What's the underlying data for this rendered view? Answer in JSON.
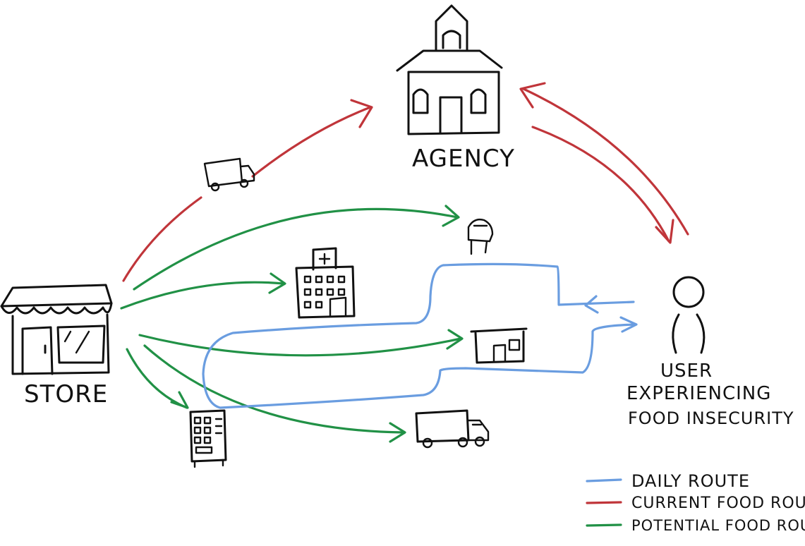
{
  "labels": {
    "agency": "AGENCY",
    "store": "STORE",
    "user_line1": "USER",
    "user_line2": "EXPERIENCING",
    "user_line3": "FOOD INSECURITY"
  },
  "legend": [
    {
      "label": "DAILY ROUTE",
      "color": "#6a9de0"
    },
    {
      "label": "CURRENT FOOD ROUTE",
      "color": "#c0353a"
    },
    {
      "label": "POTENTIAL FOOD ROUTE",
      "color": "#219146"
    }
  ],
  "colors": {
    "daily": "#6a9de0",
    "current": "#c0353a",
    "potential": "#219146"
  },
  "icons": [
    "church-icon",
    "store-icon",
    "person-icon",
    "truck-icon",
    "hospital-icon",
    "mailbox-icon",
    "shed-icon",
    "vending-machine-icon",
    "box-truck-icon"
  ]
}
